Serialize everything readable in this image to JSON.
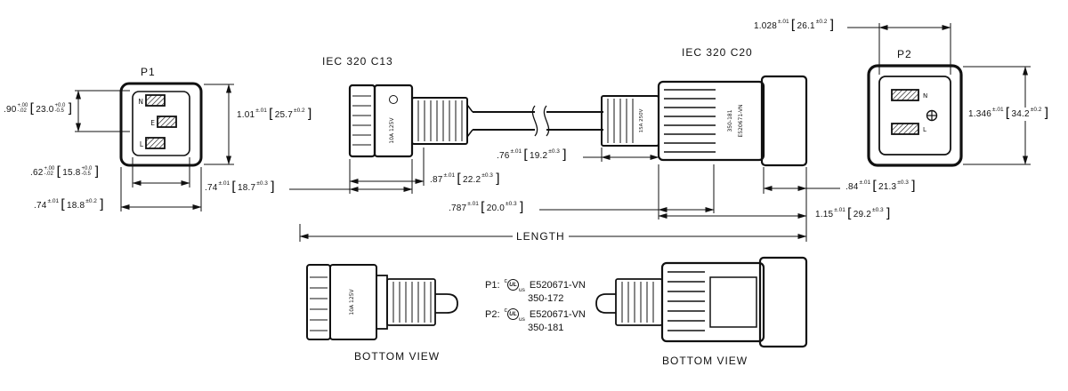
{
  "sym": {
    "lb": "[",
    "rb": "]"
  },
  "labels": {
    "p1": "P1",
    "p2": "P2",
    "iec_c13": "IEC 320 C13",
    "iec_c20": "IEC 320 C20",
    "length": "LENGTH",
    "bottom_view_c13": "BOTTOM VIEW",
    "bottom_view_c20": "BOTTOM VIEW"
  },
  "p1_face": {
    "pin_top": "N",
    "pin_mid": "E",
    "pin_bot": "L"
  },
  "p2_face": {
    "pin_top": "N",
    "pin_bot": "L"
  },
  "marks": {
    "c13_side_rating": "10A 125V",
    "c20_side_rating": "15A 250V",
    "c20_side_part": "350-181",
    "c20_side_file": "E520671-VN",
    "c13_bottom_rating": "10A 125V"
  },
  "certs": {
    "p1_prefix": "P1:",
    "p2_prefix": "P2:",
    "ul_c": "c",
    "ul": "UL",
    "ul_us": "us",
    "p1_file": "E520671-VN",
    "p1_part": "350-172",
    "p2_file": "E520671-VN",
    "p2_part": "350-181"
  },
  "dims": {
    "p1_inner_h": {
      "v": ".90",
      "tu": "+.00",
      "td": "-.02",
      "mv": "23.0",
      "mtu": "+0.0",
      "mtd": "-0.5"
    },
    "p1_outer_h": {
      "v": "1.01",
      "t": "±.01",
      "mv": "25.7",
      "mt": "±0.2"
    },
    "p1_inner_w": {
      "v": ".62",
      "tu": "+.00",
      "td": "-.02",
      "mv": "15.8",
      "mtu": "+0.0",
      "mtd": "-0.5"
    },
    "p1_outer_w": {
      "v": ".74",
      "t": "±.01",
      "mv": "18.8",
      "mt": "±0.2"
    },
    "c13_cap": {
      "v": ".74",
      "t": "±.01",
      "mv": "18.7",
      "mt": "±0.3"
    },
    "c13_body": {
      "v": ".87",
      "t": "±.01",
      "mv": "22.2",
      "mt": "±0.3"
    },
    "c20_relief": {
      "v": ".76",
      "t": "±.01",
      "mv": "19.2",
      "mt": "±0.3"
    },
    "c20_ridge": {
      "v": ".787",
      "t": "±.01",
      "mv": "20.0",
      "mt": "±0.3"
    },
    "c20_face": {
      "v": ".84",
      "t": "±.01",
      "mv": "21.3",
      "mt": "±0.3"
    },
    "c20_body": {
      "v": "1.15",
      "t": "±.01",
      "mv": "29.2",
      "mt": "±0.3"
    },
    "p2_inner_w": {
      "v": "1.028",
      "t": "±.01",
      "mv": "26.1",
      "mt": "±0.2"
    },
    "p2_outer_h": {
      "v": "1.346",
      "t": "±.01",
      "mv": "34.2",
      "mt": "±0.2"
    }
  }
}
